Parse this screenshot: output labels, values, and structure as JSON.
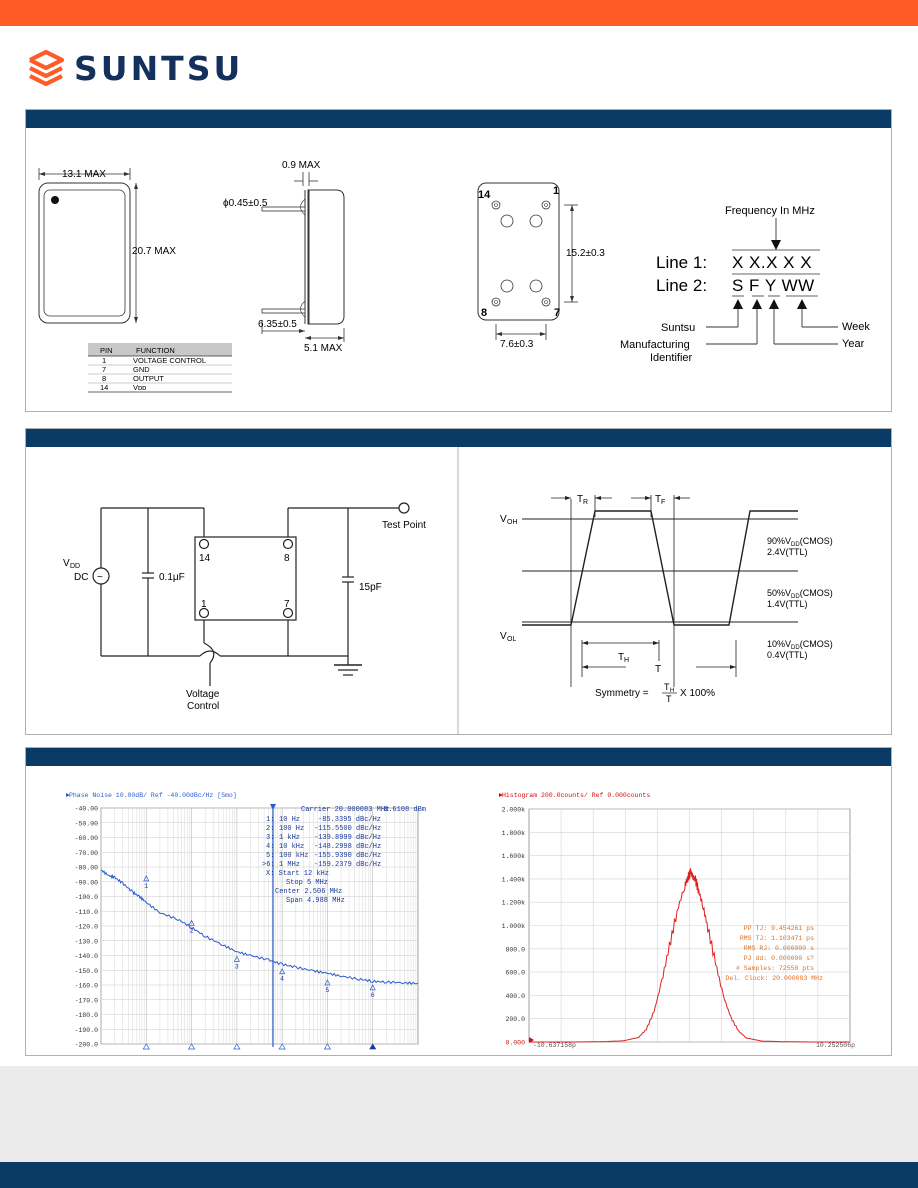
{
  "brand": {
    "name": "SUNTSU",
    "color": "#13315c",
    "accent": "#fe5b26"
  },
  "dimensions": {
    "width_top": "13.1 MAX",
    "height_side": "20.7 MAX",
    "lead_thickness": "0.9 MAX",
    "lead_diameter": "ϕ0.45±0.5",
    "lead_length": "6.35±0.5",
    "body_depth": "5.1 MAX",
    "pin_spacing_v": "15.2±0.3",
    "pin_spacing_h": "7.6±0.3",
    "pin_14": "14",
    "pin_1": "1",
    "pin_8": "8",
    "pin_7": "7"
  },
  "pin_table": {
    "headers": [
      "PIN",
      "FUNCTION"
    ],
    "rows": [
      {
        "pin": "1",
        "function": "VOLTAGE CONTROL"
      },
      {
        "pin": "7",
        "function": "GND"
      },
      {
        "pin": "8",
        "function": "OUTPUT"
      },
      {
        "pin": "14",
        "function": "Vᴅᴅ"
      }
    ]
  },
  "marking": {
    "freq_label": "Frequency In MHz",
    "line1_label": "Line 1:",
    "line1_value": "X X.X X X",
    "line2_label": "Line 2:",
    "line2_value": "S F Y WW",
    "suntsu": "Suntsu",
    "mfg_id_1": "Manufacturing",
    "mfg_id_2": "Identifier",
    "week": "Week",
    "year": "Year"
  },
  "test_circuit": {
    "vdd": "V",
    "vdd_sub": "DD",
    "dc": "DC",
    "cap1": "0.1μF",
    "cap2": "15pF",
    "test_point": "Test Point",
    "pin14": "14",
    "pin8": "8",
    "pin1": "1",
    "pin7": "7",
    "vc1": "Voltage",
    "vc2": "Control"
  },
  "waveform": {
    "tr": "T",
    "tr_sub": "R",
    "tf": "T",
    "tf_sub": "F",
    "voh": "V",
    "voh_sub": "OH",
    "vol": "V",
    "vol_sub": "OL",
    "l90a": "90%V",
    "l90b": "(CMOS)",
    "l90c": "2.4V(TTL)",
    "l50a": "50%V",
    "l50b": "(CMOS)",
    "l50c": "1.4V(TTL)",
    "l10a": "10%V",
    "l10b": "(CMOS)",
    "l10c": "0.4V(TTL)",
    "vdd_sub": "DD",
    "th": "T",
    "th_sub": "H",
    "t": "T",
    "sym_label": "Symmetry =",
    "sym_num": "T",
    "sym_num_sub": "H",
    "sym_den": "T",
    "sym_tail": "X 100%"
  },
  "phase_noise": {
    "header": "Phase Noise 10.00dB/ Ref -40.00dBc/Hz [Smo]",
    "carrier": "Carrier 20.000083 MHz",
    "carrier_right": "8.6108 dBm",
    "markers": [
      {
        "n": "1:",
        "f": "10 Hz",
        "v": "-85.3395 dBc/Hz"
      },
      {
        "n": "2:",
        "f": "100 Hz",
        "v": "-115.5500 dBc/Hz"
      },
      {
        "n": "3:",
        "f": "1 kHz",
        "v": "-139.8999 dBc/Hz"
      },
      {
        "n": "4:",
        "f": "10 kHz",
        "v": "-148.2998 dBc/Hz"
      },
      {
        "n": "5:",
        "f": "100 kHz",
        "v": "-155.9390 dBc/Hz"
      },
      {
        "n": ">6:",
        "f": "1 MHz",
        "v": "-159.2379 dBc/Hz"
      }
    ],
    "start": "X: Start 12 kHz",
    "stop": "Stop 5 MHz",
    "center": "Center 2.506 MHz",
    "span": "Span 4.988 MHz",
    "marker_labels": [
      "1",
      "2",
      "3",
      "4",
      "5",
      "6"
    ]
  },
  "histogram": {
    "header": "Histogram 200.0counts/ Ref 0.000counts",
    "stats": [
      "PP TJ: 9.454261 ps",
      "RMS TJ: 1.103471 ps",
      "RMS RJ: 0.000000 s",
      "PJ dd: 0.000000 s?",
      "# Samples: 72550 pts",
      "Del. Clock: 20.000083 MHz"
    ],
    "x_left": "-10.637158p",
    "x_right": "10.252506p"
  },
  "chart_data": [
    {
      "type": "line",
      "title": "Phase Noise 10.00dB/ Ref -40.00dBc/Hz [Smo]",
      "xlabel": "",
      "ylabel": "",
      "x_scale": "log",
      "xlim": [
        1,
        10000000
      ],
      "ylim": [
        -200,
        -40
      ],
      "y_ticks": [
        -40,
        -50,
        -60,
        -70,
        -80,
        -90,
        -100,
        -110,
        -120,
        -130,
        -140,
        -150,
        -160,
        -170,
        -180,
        -190,
        -200
      ],
      "y_tick_labels": [
        "-40.00",
        "-50.00",
        "-60.00",
        "-70.00",
        "-80.00",
        "-90.00",
        "-100.0",
        "-110.0",
        "-120.0",
        "-130.0",
        "-140.0",
        "-150.0",
        "-160.0",
        "-170.0",
        "-180.0",
        "-190.0",
        "-200.0"
      ],
      "grid": true,
      "series": [
        {
          "color": "#2a5ccf",
          "x": [
            1,
            1.5,
            2,
            3,
            5,
            7,
            10,
            20,
            50,
            100,
            200,
            500,
            1000,
            2000,
            5000,
            10000,
            20000,
            50000,
            100000,
            200000,
            500000,
            1000000,
            2000000,
            5000000,
            10000000
          ],
          "values": [
            -82,
            -86,
            -87,
            -91,
            -97,
            -100,
            -104,
            -111,
            -115.5,
            -121,
            -127,
            -133,
            -137.5,
            -140,
            -143,
            -146,
            -148,
            -150.5,
            -152,
            -154,
            -156,
            -157.5,
            -158,
            -158.5,
            -159
          ]
        }
      ],
      "markers": [
        {
          "n": "1",
          "x": 10,
          "y": -85.3395
        },
        {
          "n": "2",
          "x": 100,
          "y": -115.55
        },
        {
          "n": "3",
          "x": 1000,
          "y": -139.8999
        },
        {
          "n": "4",
          "x": 10000,
          "y": -148.2998
        },
        {
          "n": "5",
          "x": 100000,
          "y": -155.939
        },
        {
          "n": "6",
          "x": 1000000,
          "y": -159.2379
        }
      ]
    },
    {
      "type": "line",
      "title": "Histogram 200.0counts/ Ref 0.000counts",
      "xlabel": "",
      "ylabel": "",
      "xlim": [
        -10.637158,
        10.252506
      ],
      "ylim": [
        0,
        2000
      ],
      "y_ticks": [
        0,
        200,
        400,
        600,
        800,
        1000,
        1200,
        1400,
        1600,
        1800,
        2000
      ],
      "y_tick_labels": [
        "0.000",
        "200.0",
        "400.0",
        "600.0",
        "800.0",
        "1.000k",
        "1.200k",
        "1.400k",
        "1.600k",
        "1.800k",
        "2.000k"
      ],
      "grid": true,
      "series": [
        {
          "color": "#e02020",
          "x": [
            -10.6,
            -8,
            -6,
            -4.5,
            -3.5,
            -3,
            -2.5,
            -2,
            -1.5,
            -1,
            -0.5,
            -0.3,
            -0.1,
            0,
            0.2,
            0.4,
            0.7,
            1,
            1.5,
            2,
            2.5,
            3,
            3.5,
            4.5,
            6,
            8,
            10.2
          ],
          "values": [
            0,
            0,
            2,
            10,
            40,
            110,
            260,
            520,
            820,
            1120,
            1340,
            1410,
            1460,
            1420,
            1390,
            1300,
            1160,
            980,
            680,
            400,
            210,
            95,
            35,
            8,
            2,
            0,
            0
          ]
        }
      ]
    }
  ]
}
